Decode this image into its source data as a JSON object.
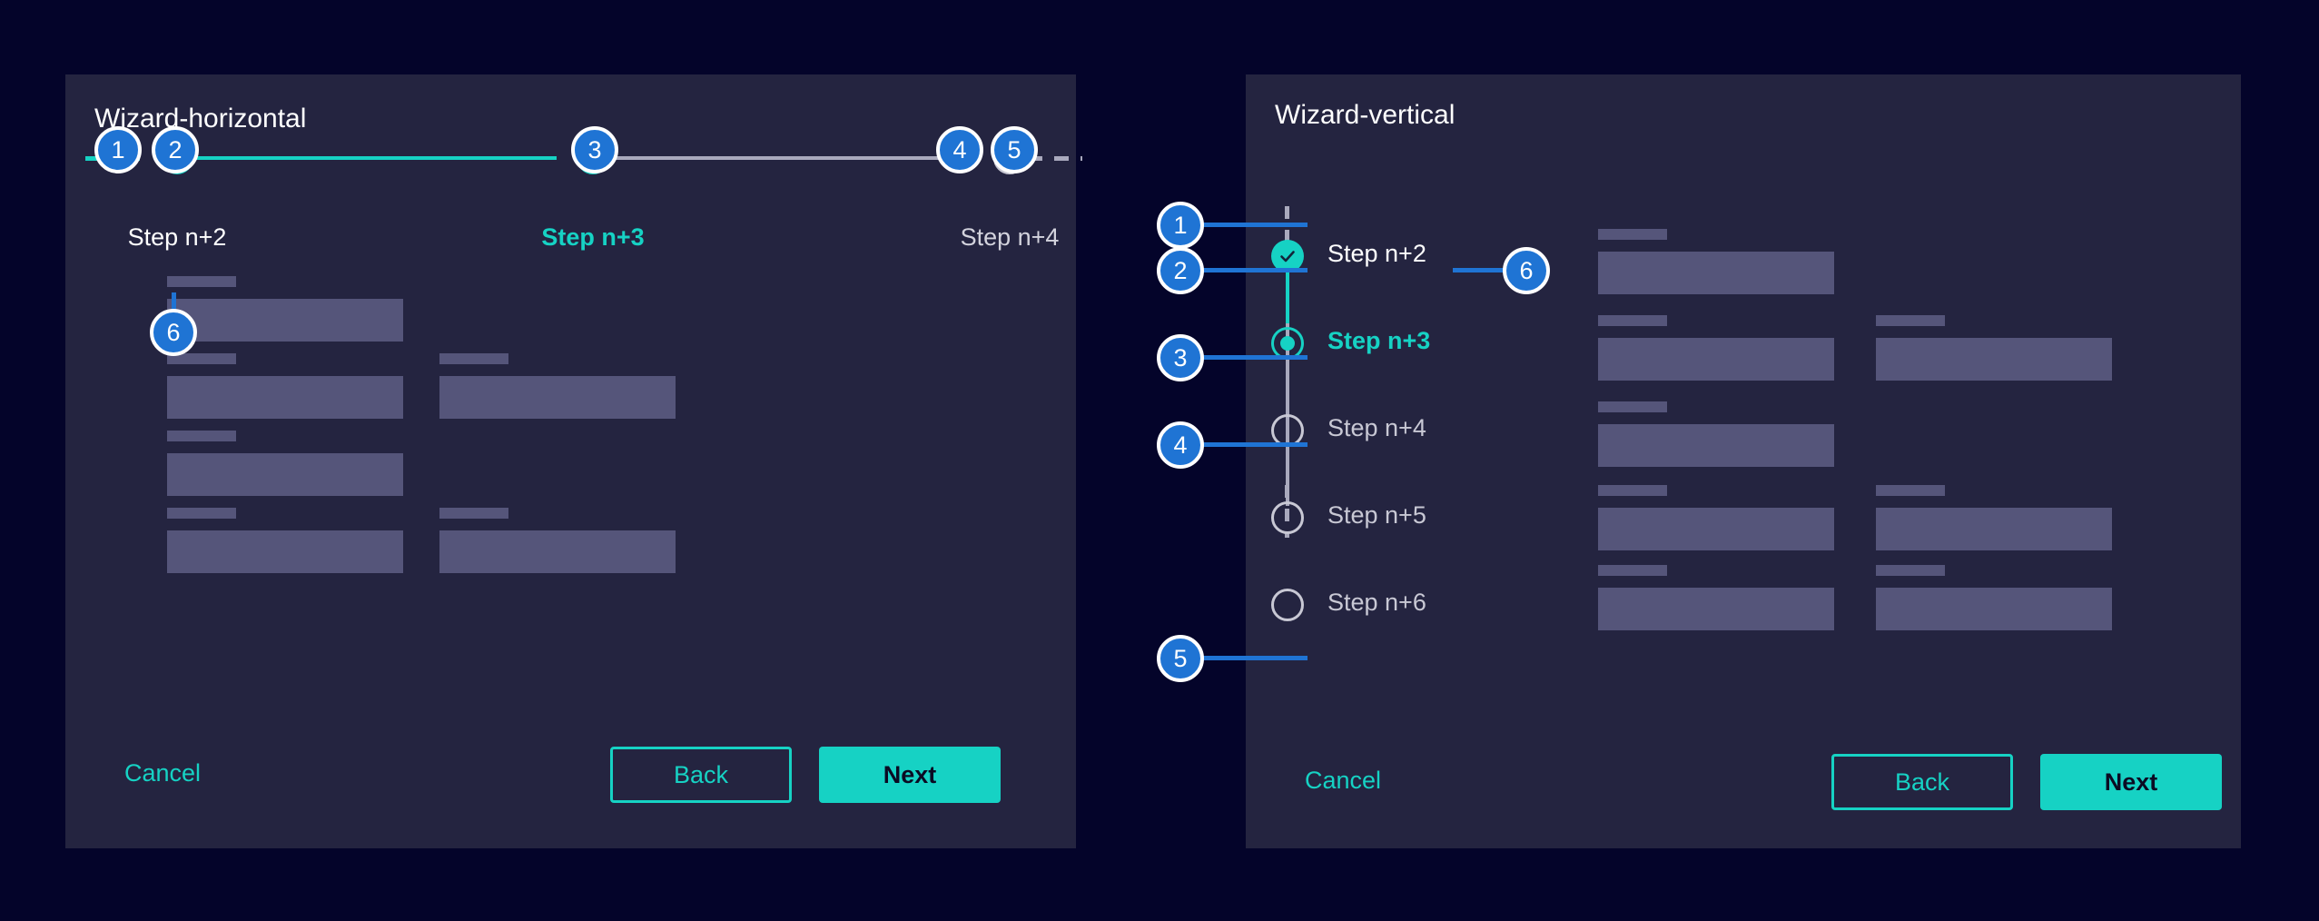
{
  "theme": {
    "page_background": "#04042a",
    "card_background": "#242440",
    "accent_teal": "#16d2c4",
    "annotation_blue": "#1f74d4",
    "pending_grey": "#a9a9bd",
    "skeleton_grey": "#55557a",
    "text_white": "#ffffff"
  },
  "horizontal_wizard": {
    "title": "Wizard-horizontal",
    "annotations": [
      {
        "id": "1",
        "label": "1"
      },
      {
        "id": "2",
        "label": "2"
      },
      {
        "id": "3",
        "label": "3"
      },
      {
        "id": "4",
        "label": "4"
      },
      {
        "id": "5",
        "label": "5"
      },
      {
        "id": "6",
        "label": "6"
      }
    ],
    "steps": [
      {
        "label": "Step n+2",
        "state": "complete"
      },
      {
        "label": "Step n+3",
        "state": "current"
      },
      {
        "label": "Step n+4",
        "state": "pending"
      }
    ],
    "buttons": {
      "cancel": "Cancel",
      "back": "Back",
      "next": "Next"
    }
  },
  "vertical_wizard": {
    "title": "Wizard-vertical",
    "annotations": [
      {
        "id": "1",
        "label": "1"
      },
      {
        "id": "2",
        "label": "2"
      },
      {
        "id": "3",
        "label": "3"
      },
      {
        "id": "4",
        "label": "4"
      },
      {
        "id": "5",
        "label": "5"
      },
      {
        "id": "6",
        "label": "6"
      }
    ],
    "steps": [
      {
        "label": "Step n+2",
        "state": "complete"
      },
      {
        "label": "Step n+3",
        "state": "current"
      },
      {
        "label": "Step n+4",
        "state": "pending"
      },
      {
        "label": "Step n+5",
        "state": "pending"
      },
      {
        "label": "Step n+6",
        "state": "pending"
      }
    ],
    "buttons": {
      "cancel": "Cancel",
      "back": "Back",
      "next": "Next"
    }
  }
}
